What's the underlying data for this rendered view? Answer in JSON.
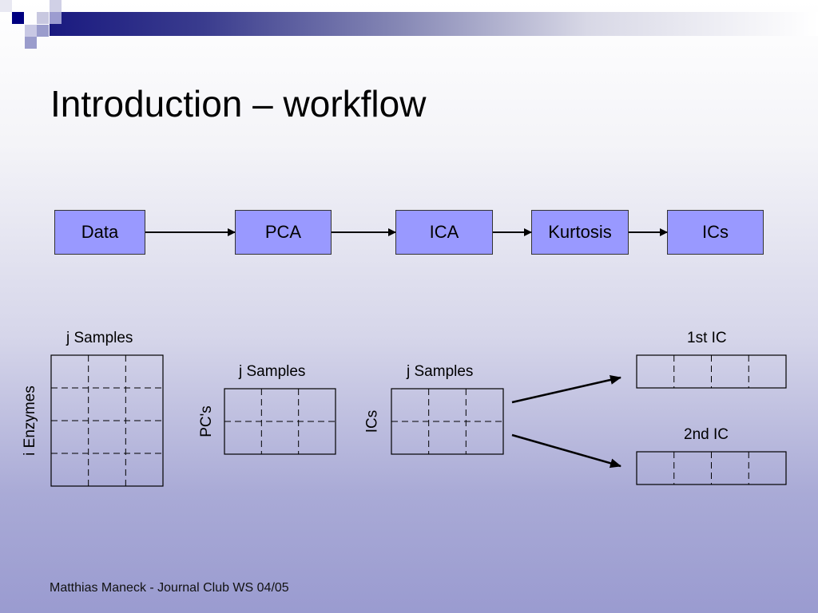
{
  "slide": {
    "title": "Introduction – workflow",
    "footer": "Matthias Maneck - Journal Club WS 04/05"
  },
  "colors": {
    "box_fill": "#9999ff",
    "accent_dark": "#1a1a80"
  },
  "workflow": {
    "steps": [
      {
        "label": "Data"
      },
      {
        "label": "PCA"
      },
      {
        "label": "ICA"
      },
      {
        "label": "Kurtosis"
      },
      {
        "label": "ICs"
      }
    ]
  },
  "matrices": {
    "data_matrix": {
      "top_label": "j Samples",
      "side_label": "i Enzymes",
      "rows": 4,
      "cols": 3
    },
    "pc_matrix": {
      "top_label": "j Samples",
      "side_label": "PC's",
      "rows": 2,
      "cols": 3
    },
    "ic_matrix": {
      "top_label": "j Samples",
      "side_label": "ICs",
      "rows": 2,
      "cols": 3
    },
    "first_ic": {
      "top_label": "1st IC",
      "rows": 1,
      "cols": 4
    },
    "second_ic": {
      "top_label": "2nd IC",
      "rows": 1,
      "cols": 4
    }
  }
}
